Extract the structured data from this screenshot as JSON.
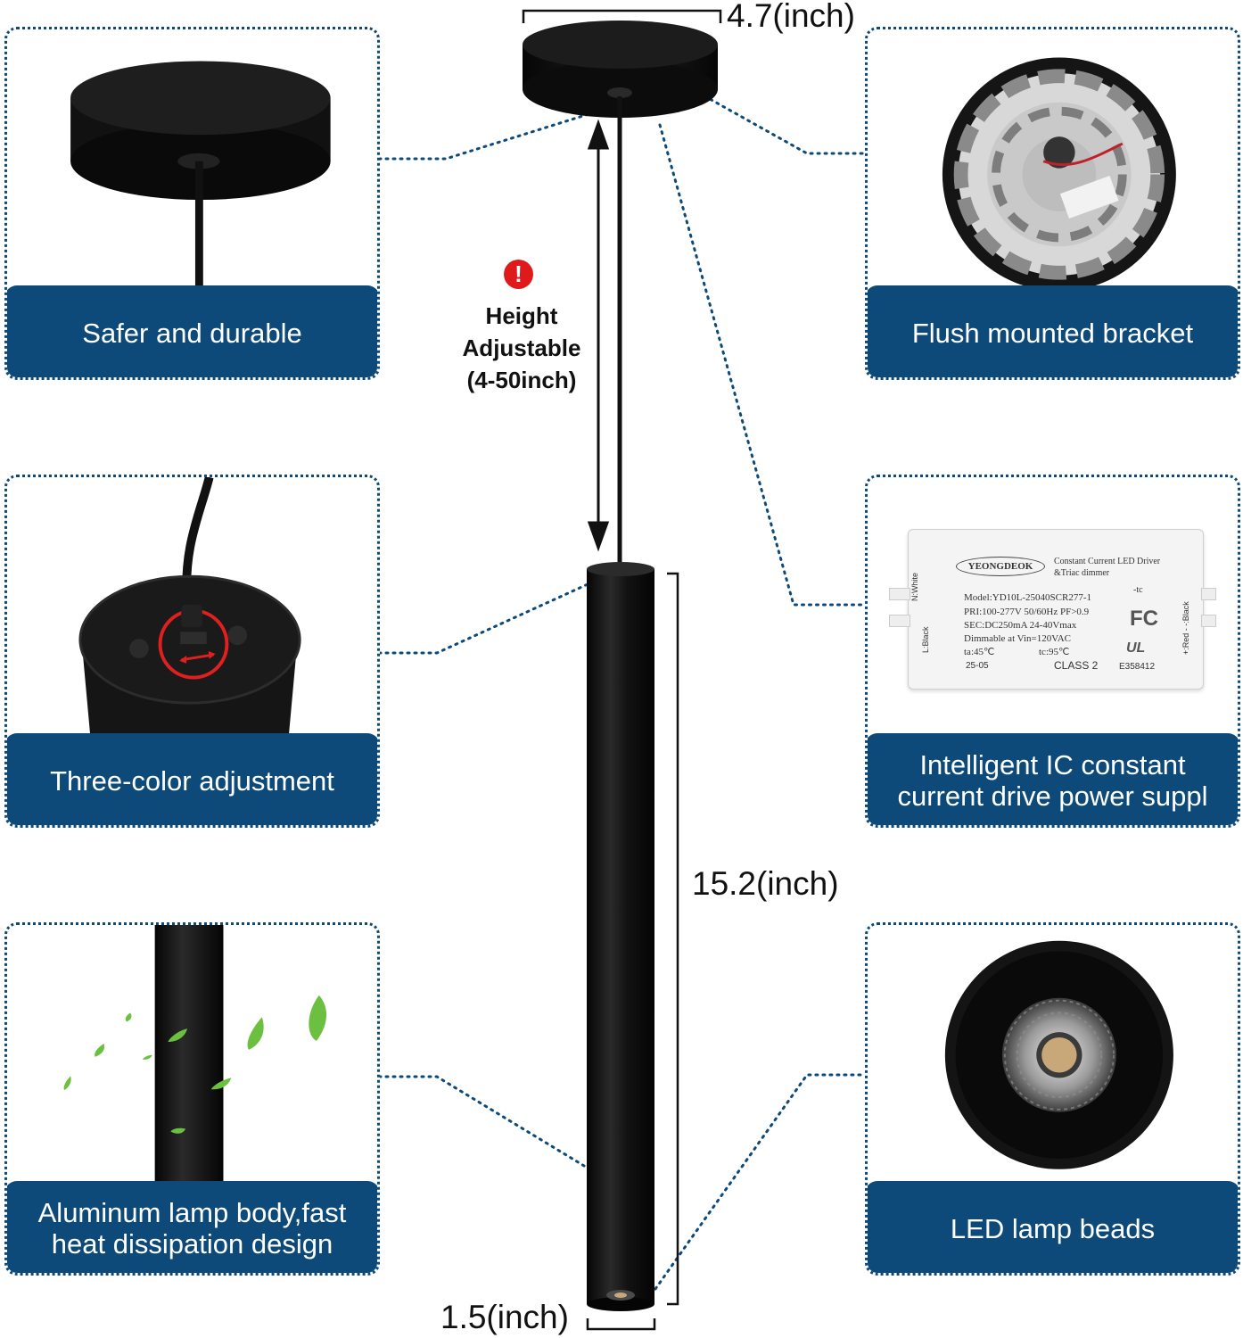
{
  "dimensions": {
    "width_label": "4.7(inch)",
    "length_label": "15.2(inch)",
    "diameter_label": "1.5(inch)"
  },
  "height_note": {
    "icon": "warning-icon",
    "line1": "Height",
    "line2": "Adjustable",
    "line3": "(4-50inch)"
  },
  "panels": {
    "safer": {
      "label": "Safer and durable"
    },
    "bracket": {
      "label": "Flush mounted bracket"
    },
    "three_color": {
      "label": "Three-color adjustment"
    },
    "driver": {
      "label_line1": "Intelligent IC constant",
      "label_line2": "current drive power suppl",
      "brand": "YEONGDEOK",
      "title_line1": "Constant Current LED Driver",
      "title_line2": "&Triac dimmer",
      "model": "Model:YD10L-25040SCR277-1",
      "tc_mark": "-tc",
      "pri": "PRI:100-277V 50/60Hz PF>0.9",
      "sec": "SEC:DC250mA 24-40Vmax",
      "dimmable": "Dimmable at Vin=120VAC",
      "ta": "ta:45℃",
      "tc": "tc:95℃",
      "date": "25-05",
      "class": "CLASS 2",
      "fc": "FC",
      "ul": "UL",
      "file_no": "E358412",
      "wire_left_top": "N:White",
      "wire_left_bottom": "L:Black",
      "wire_right": "+:Red - -:Black"
    },
    "aluminum": {
      "label_line1": "Aluminum lamp body,fast",
      "label_line2": "heat dissipation design"
    },
    "led": {
      "label": "LED lamp beads"
    }
  },
  "colors": {
    "brand_blue": "#0d4a7a",
    "fixture_black": "#141414",
    "warning_red": "#e0191b",
    "leaf_green": "#6cc040"
  }
}
